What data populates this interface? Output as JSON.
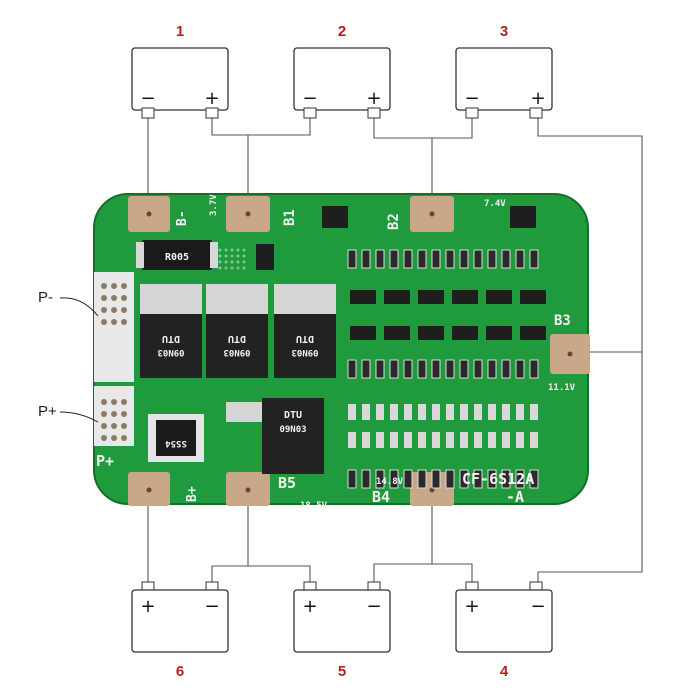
{
  "colors": {
    "board": "#1f9a3c",
    "board_dark": "#157a2c",
    "pad": "#c9a88a",
    "wire": "#555555",
    "cell_number": "#b51d25"
  },
  "cells": [
    {
      "number": "1",
      "minus": "−",
      "plus": "+"
    },
    {
      "number": "2",
      "minus": "−",
      "plus": "+"
    },
    {
      "number": "3",
      "minus": "−",
      "plus": "+"
    },
    {
      "number": "4",
      "minus": "−",
      "plus": "+"
    },
    {
      "number": "5",
      "minus": "−",
      "plus": "+"
    },
    {
      "number": "6",
      "minus": "−",
      "plus": "+"
    }
  ],
  "board": {
    "labels": {
      "b_minus": "B-",
      "b1": "B1",
      "b2": "B2",
      "b3": "B3",
      "b4": "B4",
      "b5": "B5",
      "b_plus": "B+",
      "p_plus_pcb": "P+",
      "v_b1": "3.7V",
      "v_b2": "7.4V",
      "v_b3": "11.1V",
      "v_b4": "14.8V",
      "v_b5": "18.5V",
      "model_line1": "CF-6S12A",
      "model_line2": "-A",
      "resistor": "R005",
      "mosfet_brand": "DTU",
      "mosfet_code": "09N03",
      "diode_code": "SS54"
    }
  },
  "external_labels": {
    "p_minus": "P-",
    "p_plus": "P+"
  }
}
